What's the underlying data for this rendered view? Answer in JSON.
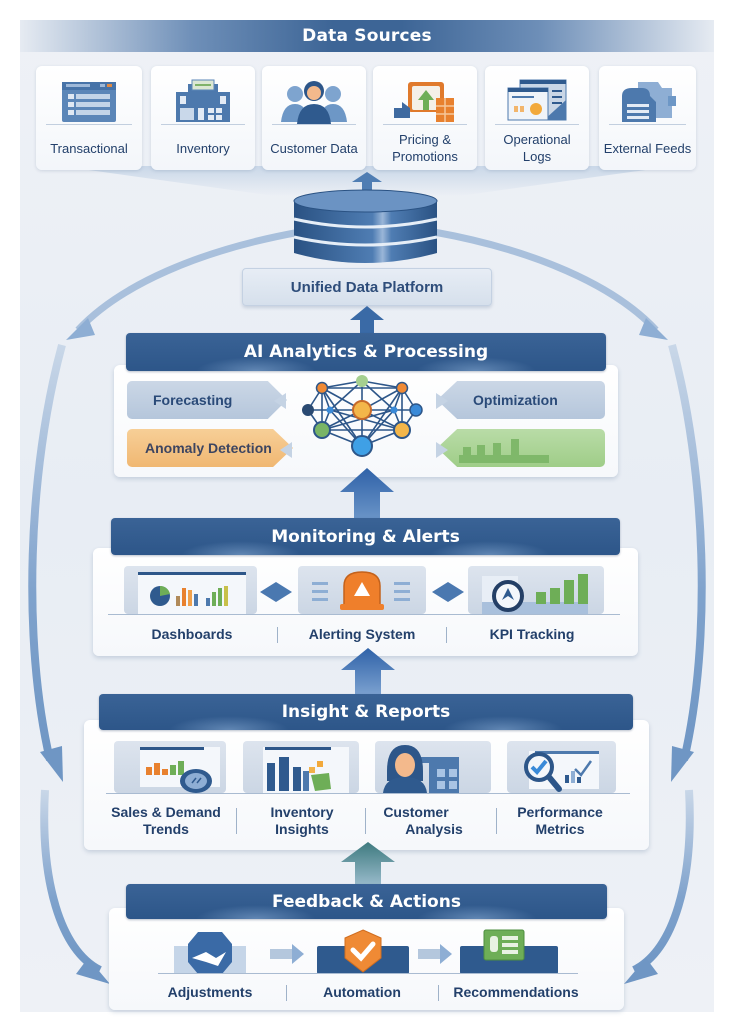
{
  "data_sources": {
    "title": "Data Sources",
    "items": [
      {
        "label": "Transactional",
        "icon": "transaction-table-icon"
      },
      {
        "label": "Inventory",
        "icon": "warehouse-icon"
      },
      {
        "label": "Customer Data",
        "icon": "customers-icon"
      },
      {
        "label": "Pricing & Promotions",
        "icon": "price-tag-icon"
      },
      {
        "label": "Operational Logs",
        "icon": "log-window-icon"
      },
      {
        "label": "External Feeds",
        "icon": "folder-feed-icon"
      }
    ]
  },
  "platform": {
    "label": "Unified Data Platform",
    "icon": "database-icon"
  },
  "analytics": {
    "title": "AI Analytics & Processing",
    "left": [
      "Forecasting",
      "Anomaly Detection"
    ],
    "right": [
      "Optimization",
      ""
    ],
    "center_icon": "neural-network-icon"
  },
  "monitoring": {
    "title": "Monitoring & Alerts",
    "items": [
      {
        "label": "Dashboards",
        "icon": "dashboard-icon"
      },
      {
        "label": "Alerting System",
        "icon": "alarm-bell-icon"
      },
      {
        "label": "KPI Tracking",
        "icon": "gauge-chart-icon"
      }
    ]
  },
  "insights": {
    "title": "Insight & Reports",
    "items": [
      {
        "label": "Sales & Demand Trends",
        "line1": "Sales & Demand",
        "line2": "Trends",
        "icon": "sales-chart-icon"
      },
      {
        "label": "Inventory Insights",
        "line1": "Inventory",
        "line2": "Insights",
        "icon": "inventory-chart-icon"
      },
      {
        "label": "Customer Analysis",
        "line1": "Customer",
        "line2": "Analysis",
        "icon": "customer-profile-icon"
      },
      {
        "label": "Performance Metrics",
        "line1": "Performance",
        "line2": "Metrics",
        "icon": "magnifier-check-icon"
      }
    ]
  },
  "feedback": {
    "title": "Feedback & Actions",
    "items": [
      {
        "label": "Adjustments",
        "icon": "wrench-icon"
      },
      {
        "label": "Automation",
        "icon": "check-shield-icon"
      },
      {
        "label": "Recommendations",
        "icon": "checklist-icon"
      }
    ]
  },
  "colors": {
    "header_blue": "#2f5889",
    "text_navy": "#23406b",
    "arrow_blue": "#6f96c4",
    "accent_orange": "#e8812f",
    "accent_green": "#6eae57",
    "accent_teal": "#3e7a7f"
  }
}
